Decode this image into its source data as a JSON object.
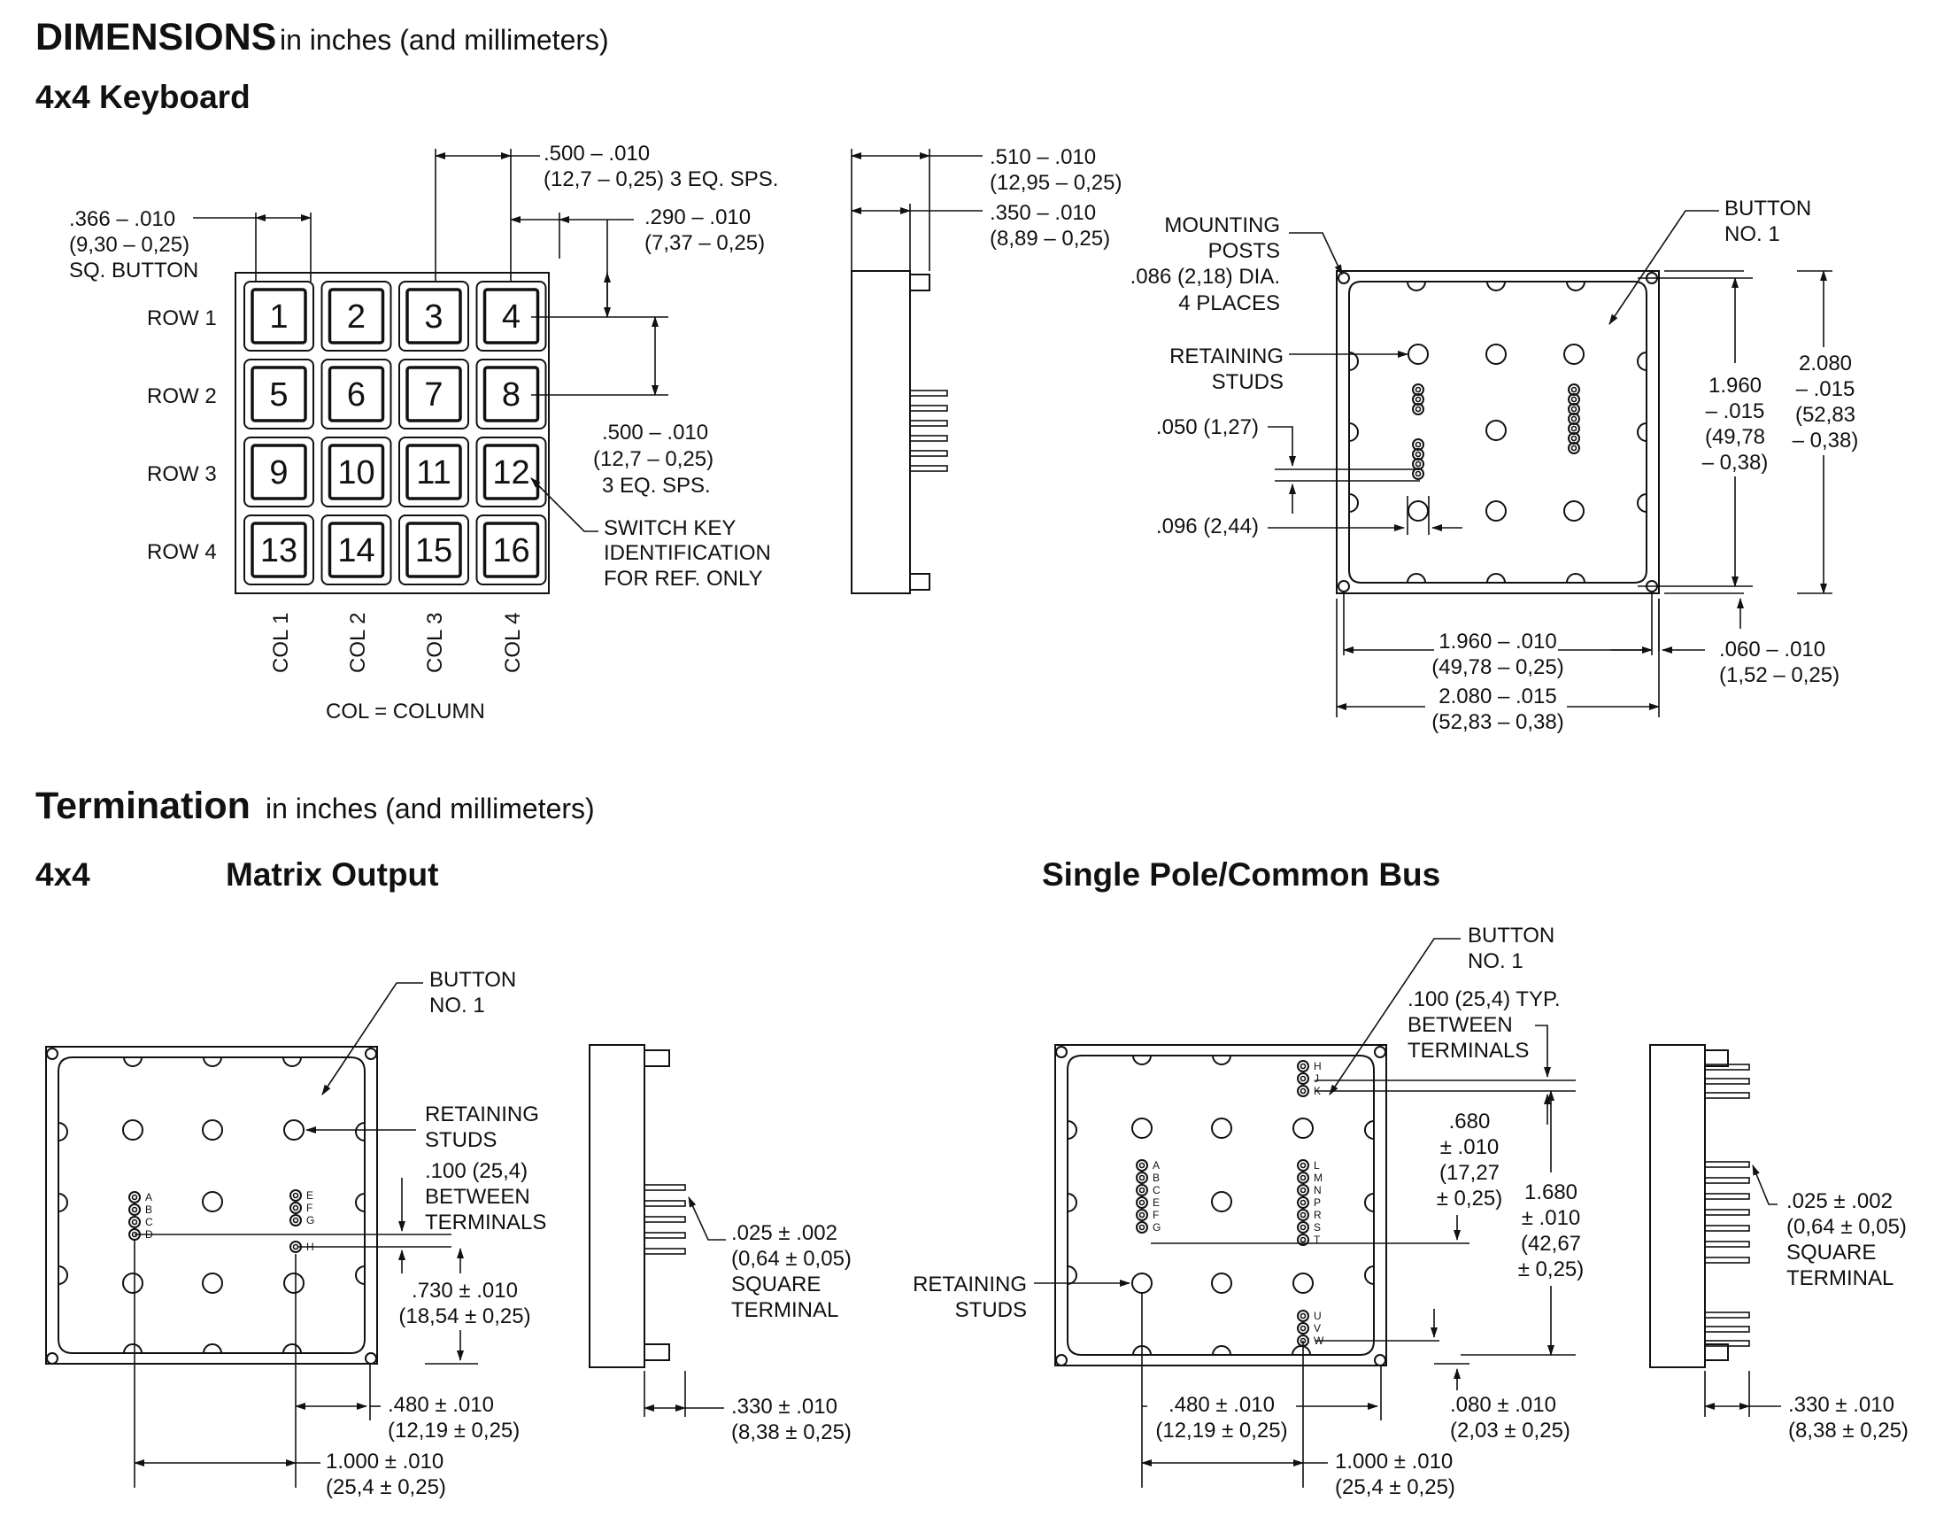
{
  "header": {
    "title": "DIMENSIONS",
    "subtitle": "in inches (and millimeters)"
  },
  "keyboard": {
    "heading": "4x4 Keyboard",
    "keys": [
      "1",
      "2",
      "3",
      "4",
      "5",
      "6",
      "7",
      "8",
      "9",
      "10",
      "11",
      "12",
      "13",
      "14",
      "15",
      "16"
    ],
    "rows": [
      "ROW 1",
      "ROW 2",
      "ROW 3",
      "ROW 4"
    ],
    "cols": [
      "COL 1",
      "COL 2",
      "COL 3",
      "COL 4"
    ],
    "col_note": "COL = COLUMN",
    "dim_button": [
      ".366 – .010",
      "(9,30 – 0,25)",
      "SQ. BUTTON"
    ],
    "dim_pitch_h": [
      ".500 – .010",
      "(12,7 – 0,25) 3 EQ. SPS."
    ],
    "dim_edge": [
      ".290 – .010",
      "(7,37 – 0,25)"
    ],
    "dim_pitch_v": [
      ".500 – .010",
      "(12,7 – 0,25)",
      "3 EQ. SPS."
    ],
    "switch_note": [
      "SWITCH KEY",
      "IDENTIFICATION",
      "FOR REF. ONLY"
    ]
  },
  "side_view": {
    "dim_total": [
      ".510 – .010",
      "(12,95 – 0,25)"
    ],
    "dim_body": [
      ".350 – .010",
      "(8,89 – 0,25)"
    ]
  },
  "rear_view": {
    "mounting": [
      "MOUNTING",
      "POSTS",
      ".086 (2,18) DIA.",
      "4 PLACES"
    ],
    "button": [
      "BUTTON",
      "NO. 1"
    ],
    "studs": [
      "RETAINING",
      "STUDS"
    ],
    "dim_050": ".050 (1,27)",
    "dim_096": ".096 (2,44)",
    "dim_h_inner": [
      "1.960",
      "– .015",
      "(49,78",
      "– 0,38)"
    ],
    "dim_h_outer": [
      "2.080",
      "– .015",
      "(52,83",
      "– 0,38)"
    ],
    "dim_w_inner": [
      "1.960 – .010",
      "(49,78 – 0,25)"
    ],
    "dim_w_outer": [
      "2.080 – .015",
      "(52,83 – 0,38)"
    ],
    "dim_post": [
      ".060 – .010",
      "(1,52 – 0,25)"
    ]
  },
  "termination": {
    "title": "Termination",
    "subtitle": "in inches (and millimeters)",
    "label_4x4": "4x4",
    "matrix_heading": "Matrix Output",
    "single_heading": "Single Pole/Common Bus"
  },
  "matrix": {
    "button": [
      "BUTTON",
      "NO. 1"
    ],
    "studs": [
      "RETAINING",
      "STUDS"
    ],
    "dim_between": [
      ".100 (25,4)",
      "BETWEEN",
      "TERMINALS"
    ],
    "dim_730": [
      ".730 ± .010",
      "(18,54 ± 0,25)"
    ],
    "dim_480": [
      ".480 ± .010",
      "(12,19 ± 0,25)"
    ],
    "dim_1000": [
      "1.000 ± .010",
      "(25,4 ± 0,25)"
    ],
    "terminal": [
      ".025 ± .002",
      "(0,64 ± 0,05)",
      "SQUARE",
      "TERMINAL"
    ],
    "dim_330": [
      ".330 ± .010",
      "(8,38 ± 0,25)"
    ],
    "pins_left": [
      "A",
      "B",
      "C",
      "D"
    ],
    "pins_right": [
      "E",
      "F",
      "G"
    ],
    "pin_h": "H"
  },
  "single": {
    "button": [
      "BUTTON",
      "NO. 1"
    ],
    "dim_typ": [
      ".100 (25,4) TYP.",
      "BETWEEN",
      "TERMINALS"
    ],
    "dim_680": [
      ".680",
      "± .010",
      "(17,27",
      "± 0,25)"
    ],
    "dim_1680": [
      "1.680",
      "± .010",
      "(42,67",
      "± 0,25)"
    ],
    "studs": [
      "RETAINING",
      "STUDS"
    ],
    "dim_480": [
      ".480 ± .010",
      "(12,19 ± 0,25)"
    ],
    "dim_080": [
      ".080 ± .010",
      "(2,03 ± 0,25)"
    ],
    "dim_1000": [
      "1.000 ± .010",
      "(25,4 ± 0,25)"
    ],
    "terminal": [
      ".025 ± .002",
      "(0,64 ± 0,05)",
      "SQUARE",
      "TERMINAL"
    ],
    "dim_330": [
      ".330 ± .010",
      "(8,38 ± 0,25)"
    ],
    "pins_top": [
      "H",
      "J",
      "K"
    ],
    "pins_left": [
      "A",
      "B",
      "C",
      "E",
      "F",
      "G"
    ],
    "pins_right": [
      "L",
      "M",
      "N",
      "P",
      "R",
      "S",
      "T"
    ],
    "pins_bottom": [
      "U",
      "V",
      "W"
    ]
  }
}
